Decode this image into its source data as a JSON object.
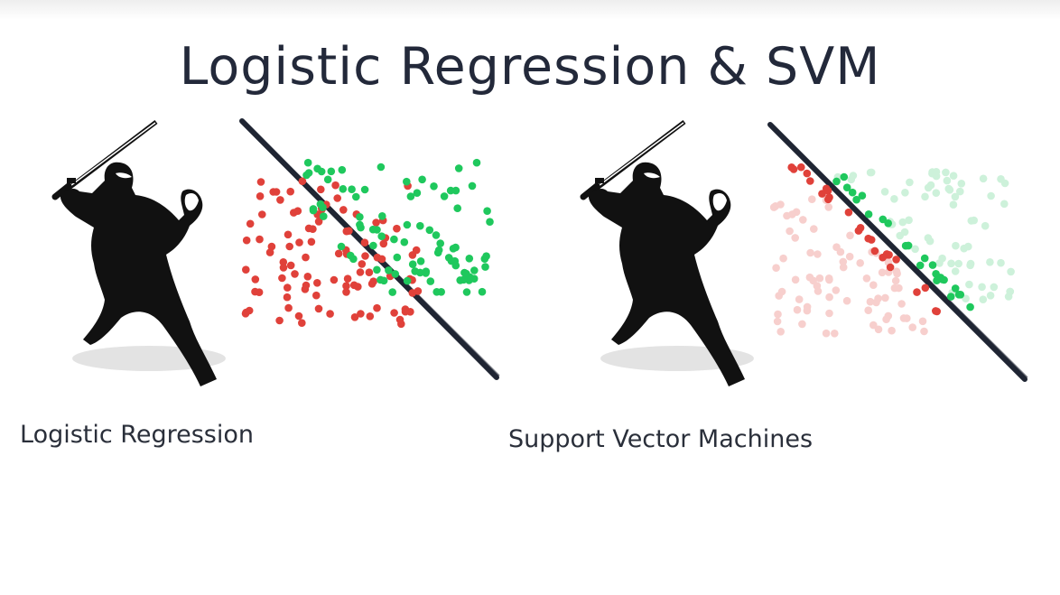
{
  "slide": {
    "title": "Logistic Regression & SVM"
  },
  "panels": [
    {
      "caption": "Logistic Regression"
    },
    {
      "caption": "Support Vector Machines"
    }
  ],
  "colors": {
    "class_a": "#e0413a",
    "class_b": "#1fc85d",
    "class_a_faded": "#f7cfcd",
    "class_b_faded": "#cdf1da",
    "boundary": "#1f2533",
    "figure": "#111111",
    "title": "#23293a"
  },
  "icons": [
    "ninja-figure-icon",
    "katana-sword-icon"
  ]
}
